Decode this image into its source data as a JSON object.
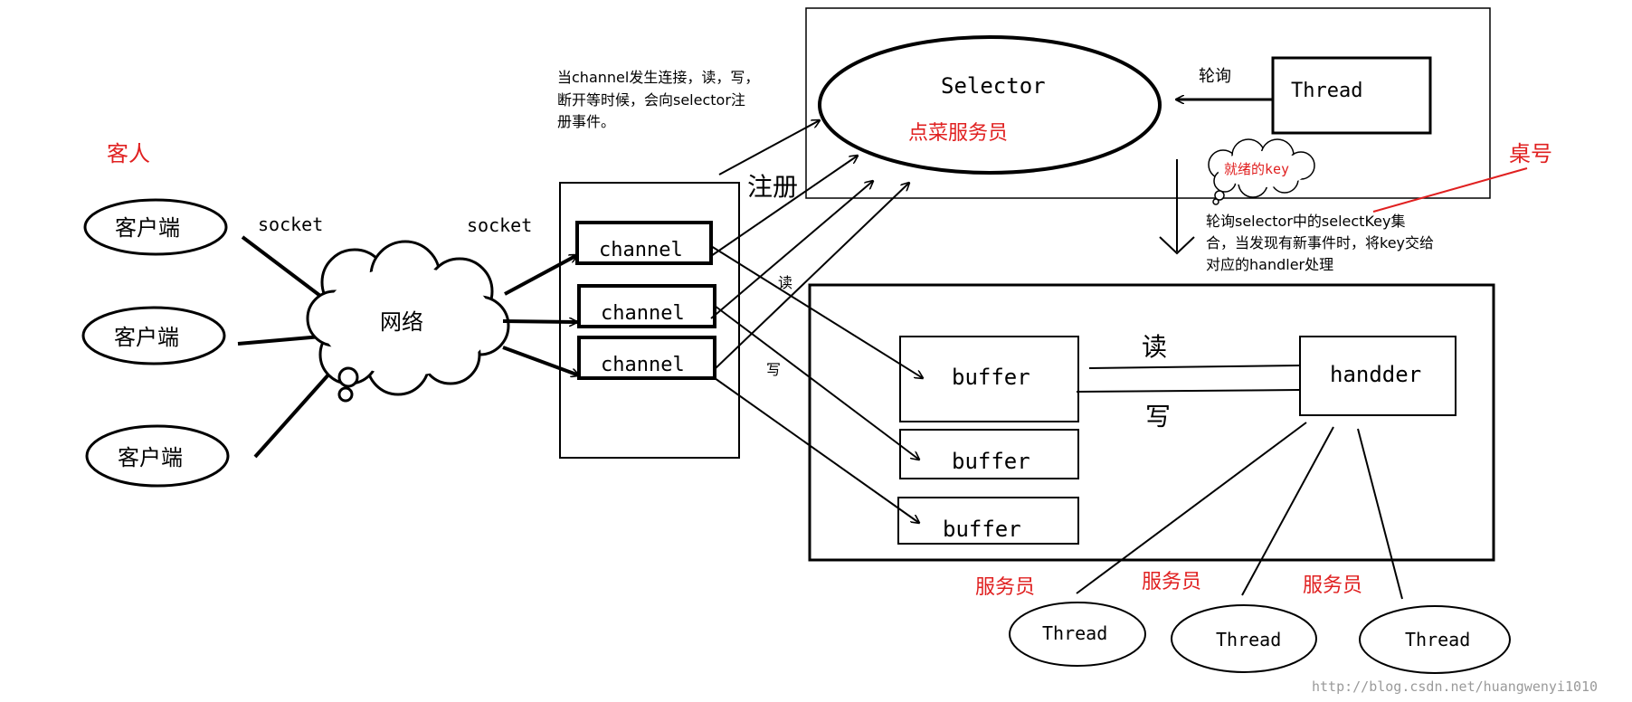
{
  "labels": {
    "guest": "客人",
    "client_1": "客户端",
    "client_2": "客户端",
    "client_3": "客户端",
    "socket_left": "socket",
    "socket_right": "socket",
    "network": "网络",
    "channel_1": "channel",
    "channel_2": "channel",
    "channel_3": "channel",
    "note_register": [
      "当channel发生连接，读，写，",
      "断开等时候，会向selector注",
      "册事件。"
    ],
    "register": "注册",
    "selector": "Selector",
    "selector_waiter": "点菜服务员",
    "poll": "轮询",
    "thread_top": "Thread",
    "ready_key": "就绪的key",
    "table_no": "桌号",
    "note_poll": [
      "轮询selector中的selectKey集",
      "合，当发现有新事件时，将key交给",
      "对应的handler处理"
    ],
    "read_small": "读",
    "write_small": "写",
    "buffer_1": "buffer",
    "buffer_2": "buffer",
    "buffer_3": "buffer",
    "read_big": "读",
    "write_big": "写",
    "handler": "handder",
    "waiter_1": "服务员",
    "waiter_2": "服务员",
    "waiter_3": "服务员",
    "thread_1": "Thread",
    "thread_2": "Thread",
    "thread_3": "Thread",
    "watermark": "http://blog.csdn.net/huangwenyi1010"
  },
  "colors": {
    "stroke": "#000000",
    "annotation_red": "#e02020",
    "watermark": "#9a9a9a"
  }
}
